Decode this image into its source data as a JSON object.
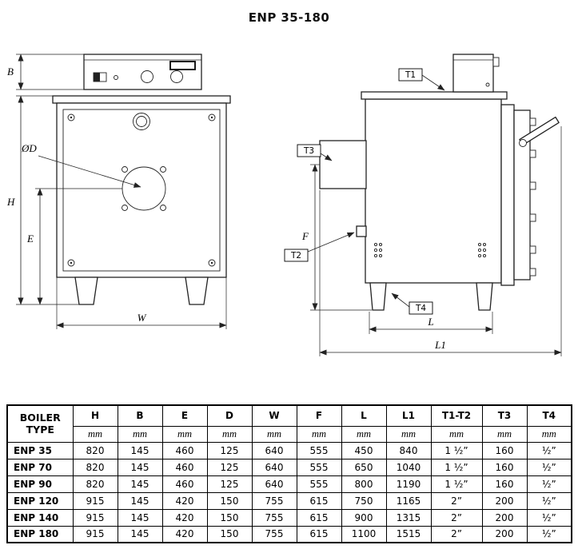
{
  "title": "ENP 35-180",
  "front_view": {
    "label_b": "B",
    "label_h": "H",
    "label_e": "E",
    "label_w": "W",
    "label_diameter": "ØD"
  },
  "side_view": {
    "label_t1": "T1",
    "label_t2": "T2",
    "label_t3": "T3",
    "label_t4": "T4",
    "label_f": "F",
    "label_l": "L",
    "label_l1": "L1"
  },
  "table": {
    "type_header": "BOILER TYPE",
    "columns": [
      "H",
      "B",
      "E",
      "D",
      "W",
      "F",
      "L",
      "L1",
      "T1-T2",
      "T3",
      "T4"
    ],
    "unit": "mm",
    "rows": [
      {
        "type": "ENP 35",
        "values": [
          "820",
          "145",
          "460",
          "125",
          "640",
          "555",
          "450",
          "840",
          "1 ½”",
          "160",
          "½”"
        ]
      },
      {
        "type": "ENP 70",
        "values": [
          "820",
          "145",
          "460",
          "125",
          "640",
          "555",
          "650",
          "1040",
          "1 ½”",
          "160",
          "½”"
        ]
      },
      {
        "type": "ENP 90",
        "values": [
          "820",
          "145",
          "460",
          "125",
          "640",
          "555",
          "800",
          "1190",
          "1 ½”",
          "160",
          "½”"
        ]
      },
      {
        "type": "ENP 120",
        "values": [
          "915",
          "145",
          "420",
          "150",
          "755",
          "615",
          "750",
          "1165",
          "2”",
          "200",
          "½”"
        ]
      },
      {
        "type": "ENP 140",
        "values": [
          "915",
          "145",
          "420",
          "150",
          "755",
          "615",
          "900",
          "1315",
          "2”",
          "200",
          "½”"
        ]
      },
      {
        "type": "ENP 180",
        "values": [
          "915",
          "145",
          "420",
          "150",
          "755",
          "615",
          "1100",
          "1515",
          "2”",
          "200",
          "½”"
        ]
      }
    ]
  }
}
